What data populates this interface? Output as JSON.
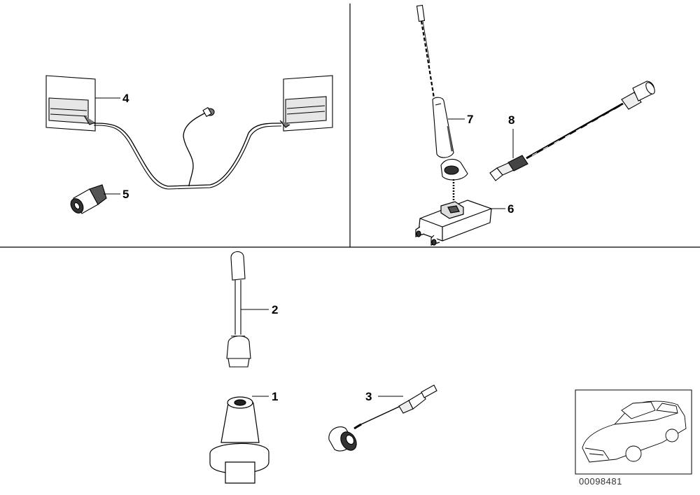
{
  "diagram_id": "00098481",
  "parts": [
    {
      "number": "1",
      "name": "antenna-base"
    },
    {
      "number": "2",
      "name": "rod-antenna"
    },
    {
      "number": "3",
      "name": "antenna-cable-angled-plug"
    },
    {
      "number": "4",
      "name": "window-antenna-wiring"
    },
    {
      "number": "5",
      "name": "cable-connector"
    },
    {
      "number": "6",
      "name": "roof-antenna-amplifier"
    },
    {
      "number": "7",
      "name": "roof-antenna-mast"
    },
    {
      "number": "8",
      "name": "antenna-lead"
    }
  ],
  "colors": {
    "line": "#000000",
    "fill_light": "#ffffff",
    "fill_dark": "#3a3a3a",
    "fill_mid": "#8a8a8a"
  }
}
